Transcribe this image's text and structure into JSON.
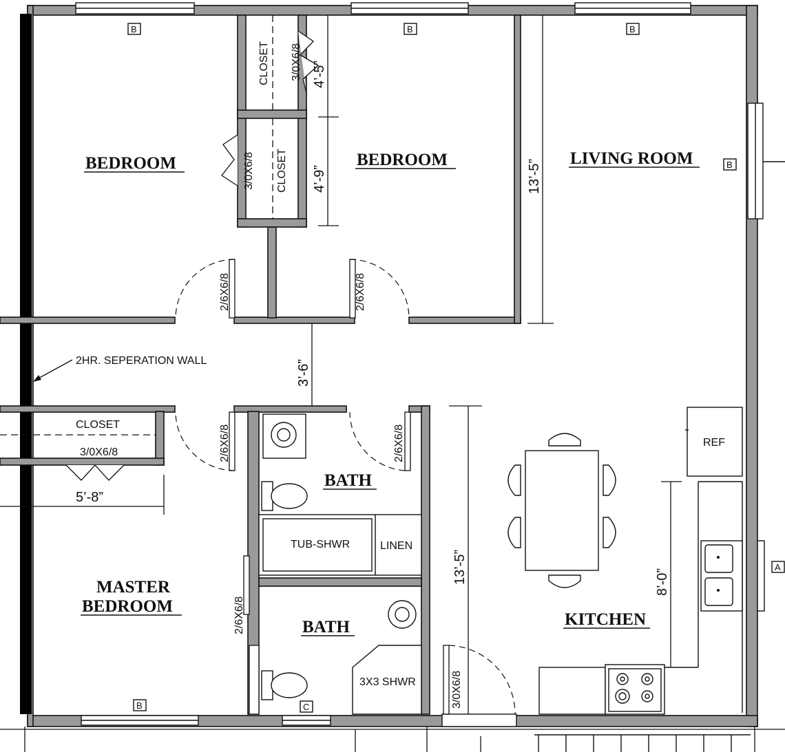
{
  "rooms": {
    "bedroom_left": "BEDROOM",
    "bedroom_center": "BEDROOM",
    "living_room": "LIVING ROOM",
    "master_line1": "MASTER",
    "master_line2": "BEDROOM",
    "bath_upper": "BATH",
    "bath_lower": "BATH",
    "kitchen": "KITCHEN"
  },
  "labels": {
    "closet": "CLOSET",
    "closet_door": "3/0X6/8",
    "bedroom_door": "2/6X6/8",
    "entry_door": "3/0X6/8",
    "separation_wall": "2HR. SEPERATION WALL",
    "tub": "TUB-SHWR",
    "linen": "LINEN",
    "shower": "3X3 SHWR",
    "ref": "REF"
  },
  "dimensions": {
    "closet_upper": "4’-5”",
    "closet_lower": "4’-9”",
    "living_height": "13’-5”",
    "hall": "3’-6”",
    "master_closet": "5’-8”",
    "kitchen_height": "13’-5”",
    "counter": "8’-0”"
  },
  "tags": {
    "b": "B",
    "a": "A",
    "c": "C"
  }
}
